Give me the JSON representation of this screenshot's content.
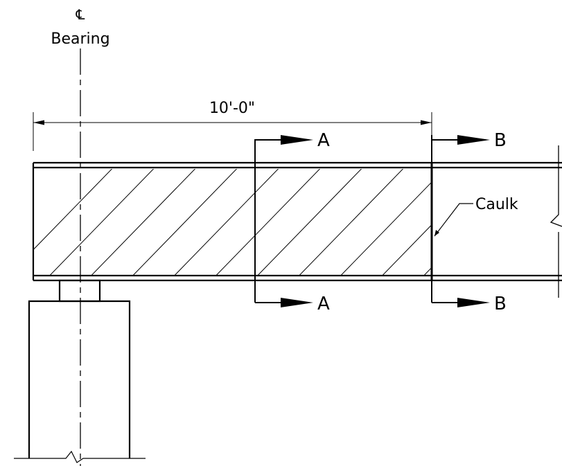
{
  "centerline": {
    "symbol": "℄",
    "label": "Bearing"
  },
  "dimension": {
    "label": "10'-0\""
  },
  "sections": {
    "a_top": "A",
    "a_bottom": "A",
    "b_top": "B",
    "b_bottom": "B"
  },
  "callouts": {
    "caulk": "Caulk"
  }
}
